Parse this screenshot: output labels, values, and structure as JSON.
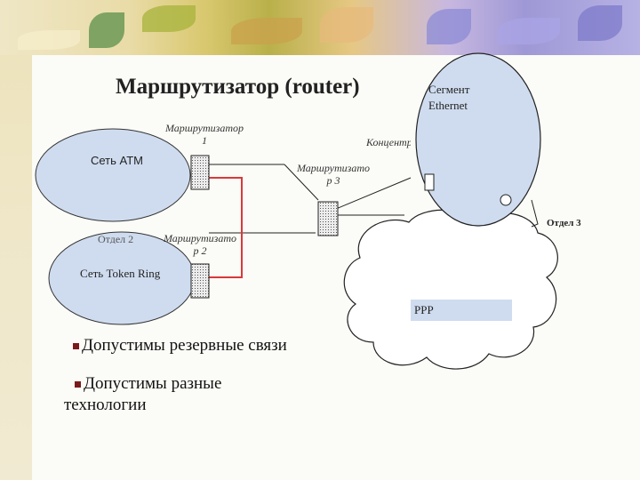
{
  "slide": {
    "title": "Маршрутизатор (router)",
    "bullets": [
      "Допустимы резервные связи",
      "Допустимы разные технологии"
    ]
  },
  "network": {
    "atm_label": "Сеть ATM",
    "token_ring_label": "Сеть Token Ring",
    "ethernet_label_1": "Сегмент",
    "ethernet_label_2": "Ethernet",
    "router1_line1": "Маршрутизатор",
    "router1_line2": "1",
    "router2_line1": "Маршрутизато",
    "router2_line2": "р 2",
    "router3_line1": "Маршрутизато",
    "router3_line2": "р 3",
    "concentrator_label": "Концентратор",
    "dept3_label": "Отдел 3",
    "ppp_label": "PPP",
    "hidden_left_label": "Отдел 2"
  },
  "colors": {
    "cloud_fill": "#cfdcef",
    "red_link": "#d83a3a",
    "cloud_stroke": "#222222"
  }
}
